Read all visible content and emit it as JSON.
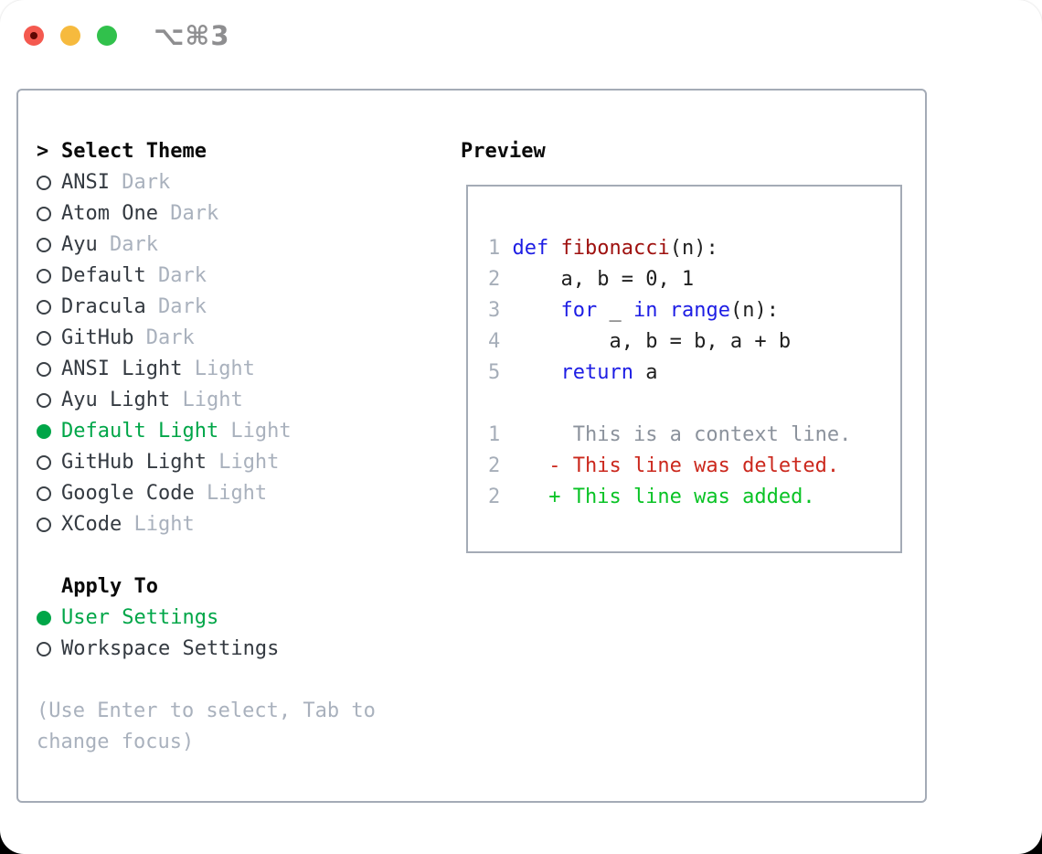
{
  "window": {
    "shortcut_label": "⌥⌘3",
    "traffic_lights": {
      "close_color": "#f4594f",
      "close_dot_color": "#5e0703",
      "minimize_color": "#f6ba3e",
      "zoom_color": "#31c14c"
    }
  },
  "theme_picker": {
    "prompt": ">",
    "title": "Select Theme",
    "items": [
      {
        "name": "ANSI",
        "mode": "Dark",
        "selected": false
      },
      {
        "name": "Atom One",
        "mode": "Dark",
        "selected": false
      },
      {
        "name": "Ayu",
        "mode": "Dark",
        "selected": false
      },
      {
        "name": "Default",
        "mode": "Dark",
        "selected": false
      },
      {
        "name": "Dracula",
        "mode": "Dark",
        "selected": false
      },
      {
        "name": "GitHub",
        "mode": "Dark",
        "selected": false
      },
      {
        "name": "ANSI Light",
        "mode": "Light",
        "selected": false
      },
      {
        "name": "Ayu Light",
        "mode": "Light",
        "selected": false
      },
      {
        "name": "Default Light",
        "mode": "Light",
        "selected": true
      },
      {
        "name": "GitHub Light",
        "mode": "Light",
        "selected": false
      },
      {
        "name": "Google Code",
        "mode": "Light",
        "selected": false
      },
      {
        "name": "XCode",
        "mode": "Light",
        "selected": false
      }
    ],
    "apply_to_title": "Apply To",
    "apply_options": [
      {
        "label": "User Settings",
        "selected": true
      },
      {
        "label": "Workspace Settings",
        "selected": false
      }
    ],
    "help_text": "(Use Enter to select, Tab to change focus)"
  },
  "preview": {
    "title": "Preview",
    "code_lines": [
      {
        "num": "1",
        "tokens": [
          {
            "t": "def ",
            "c": "keyword"
          },
          {
            "t": "fibonacci",
            "c": "function"
          },
          {
            "t": "(n):",
            "c": "plain"
          }
        ]
      },
      {
        "num": "2",
        "tokens": [
          {
            "t": "    a, b = 0, 1",
            "c": "plain"
          }
        ]
      },
      {
        "num": "3",
        "tokens": [
          {
            "t": "    ",
            "c": "plain"
          },
          {
            "t": "for",
            "c": "keyword"
          },
          {
            "t": " _ ",
            "c": "plain"
          },
          {
            "t": "in",
            "c": "keyword"
          },
          {
            "t": " ",
            "c": "plain"
          },
          {
            "t": "range",
            "c": "keyword"
          },
          {
            "t": "(n):",
            "c": "plain"
          }
        ]
      },
      {
        "num": "4",
        "tokens": [
          {
            "t": "        a, b = b, a + b",
            "c": "plain"
          }
        ]
      },
      {
        "num": "5",
        "tokens": [
          {
            "t": "    ",
            "c": "plain"
          },
          {
            "t": "return",
            "c": "keyword"
          },
          {
            "t": " a",
            "c": "plain"
          }
        ]
      }
    ],
    "diff_lines": [
      {
        "num": "1",
        "text": "      This is a context line.",
        "type": "context"
      },
      {
        "num": "2",
        "text": "    - This line was deleted.",
        "type": "deleted"
      },
      {
        "num": "2",
        "text": "    + This line was added.",
        "type": "added"
      }
    ]
  },
  "colors": {
    "selection_green": "#00a648",
    "diff_added_green": "#09c325",
    "diff_deleted_red": "#cb281d",
    "keyword_blue": "#1d1de4",
    "function_maroon": "#9e100e",
    "muted_gray": "#a9b1bd",
    "text_dark": "#343a41",
    "border_gray": "#a4abb6"
  }
}
